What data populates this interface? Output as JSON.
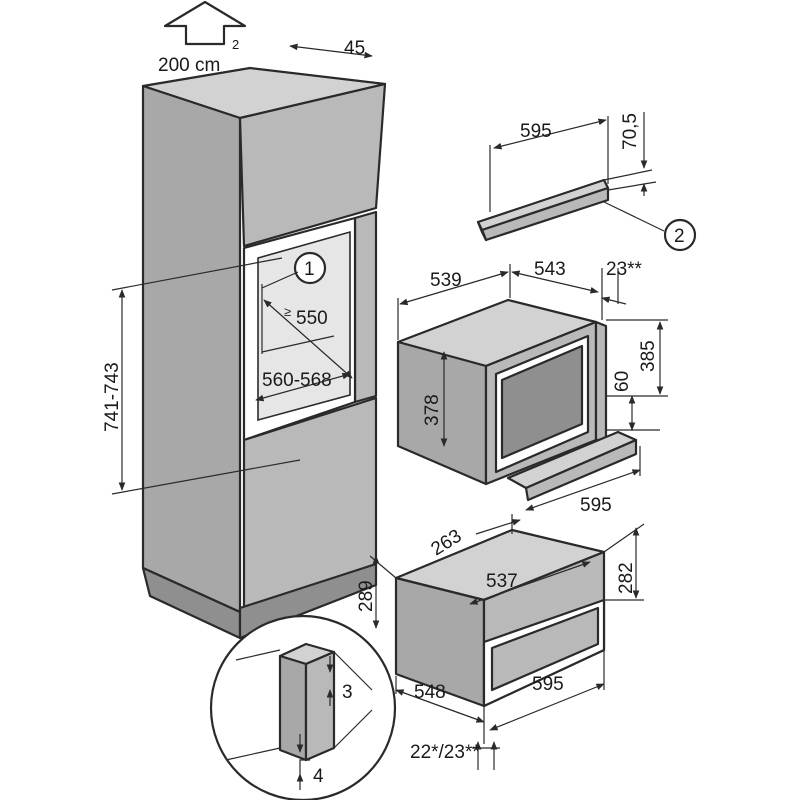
{
  "vent": {
    "label": "200 cm",
    "exponent": "2"
  },
  "cabinet": {
    "depth_top": "45",
    "height_side": "741-743",
    "niche_depth": "550",
    "niche_depth_prefix": "≥",
    "niche_width": "560-568",
    "callout_1": "1"
  },
  "trim": {
    "width": "595",
    "height": "70,5",
    "callout_2": "2"
  },
  "oven": {
    "depth": "539",
    "width_inner": "543",
    "offset": "23**",
    "height": "385",
    "height_inner": "378",
    "gap": "60",
    "front_width": "595"
  },
  "drawer": {
    "depth_rear": "263",
    "width_inner": "537",
    "height_front": "282",
    "height_side": "289",
    "depth": "548",
    "front_width": "595",
    "front_depth": "22*/23**"
  },
  "detail": {
    "gap_a": "3",
    "gap_b": "4"
  }
}
